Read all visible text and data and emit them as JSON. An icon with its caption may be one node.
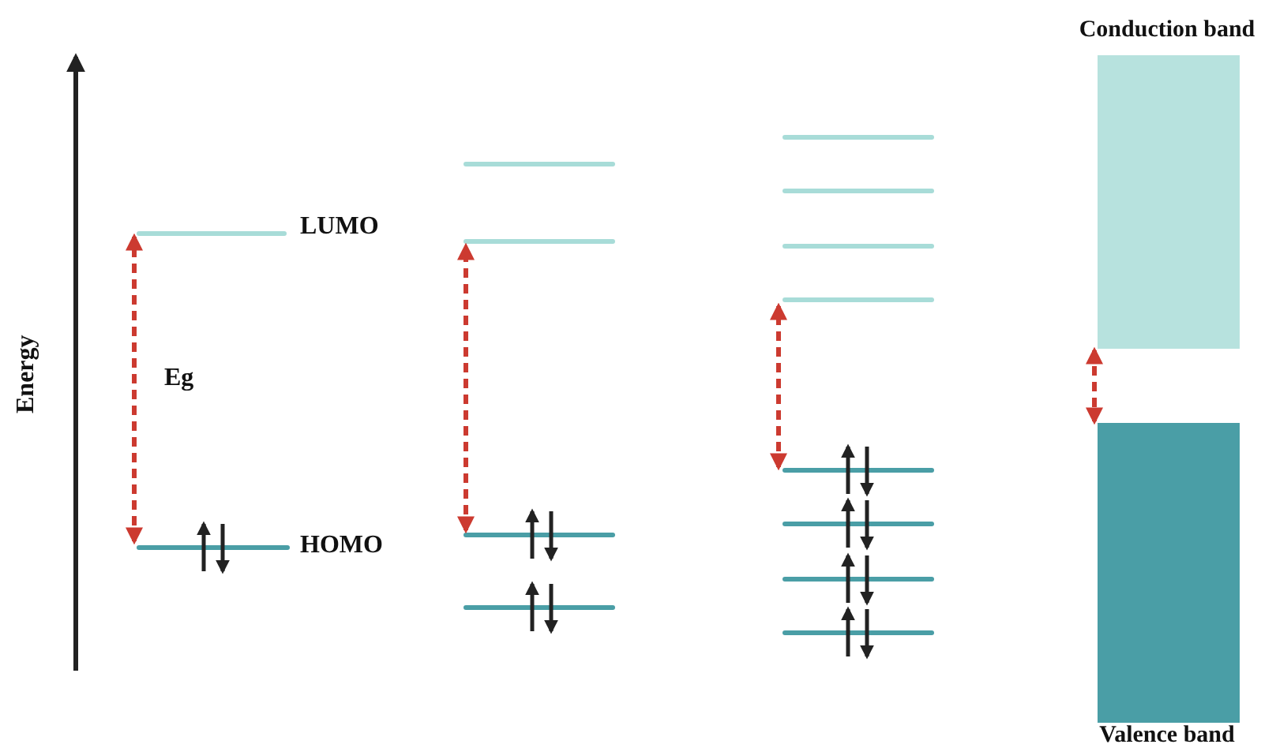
{
  "diagram": {
    "nodes": [
      {
        "text": [
          "Conduction band"
        ]
      },
      {
        "text": [
          "Valence band"
        ]
      }
    ],
    "edges": [
      {
        "from": 0,
        "to": 1,
        "arrow": "both",
        "style": "dashed",
        "color": "#cc3a30"
      }
    ],
    "labels": [
      "LUMO",
      "Energy",
      "Eg",
      "HOMO"
    ]
  }
}
